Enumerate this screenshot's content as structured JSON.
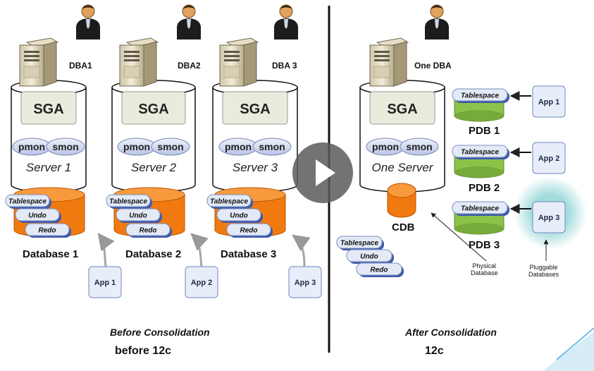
{
  "before": {
    "dbas": [
      "DBA1",
      "DBA2",
      "DBA 3"
    ],
    "sga_label": "SGA",
    "pmon_label": "pmon",
    "smon_label": "smon",
    "servers": [
      "Server 1",
      "Server 2",
      "Server 3"
    ],
    "tablespace_label": "Tablespace",
    "undo_label": "Undo",
    "redo_label": "Redo",
    "databases": [
      "Database 1",
      "Database 2",
      "Database 3"
    ],
    "apps": [
      "App 1",
      "App 2",
      "App 3"
    ],
    "caption": "Before Consolidation",
    "version": "before 12c"
  },
  "after": {
    "dba": "One DBA",
    "sga_label": "SGA",
    "pmon_label": "pmon",
    "smon_label": "smon",
    "server": "One Server",
    "cdb_label": "CDB",
    "tablespace_label": "Tablespace",
    "undo_label": "Undo",
    "redo_label": "Redo",
    "pdbs": [
      "PDB 1",
      "PDB 2",
      "PDB 3"
    ],
    "apps": [
      "App 1",
      "App 2",
      "App 3"
    ],
    "physical_db_note": [
      "Physical",
      "Database"
    ],
    "pluggable_note": [
      "Pluggable",
      "Databases"
    ],
    "caption": "After Consolidation",
    "version": "12c"
  },
  "colors": {
    "orange": "#f57f17",
    "green": "#8bc34a",
    "bluegray": "#e3eaf6",
    "sga": "#e9ecdc",
    "highlight": "#9ad9d9"
  }
}
